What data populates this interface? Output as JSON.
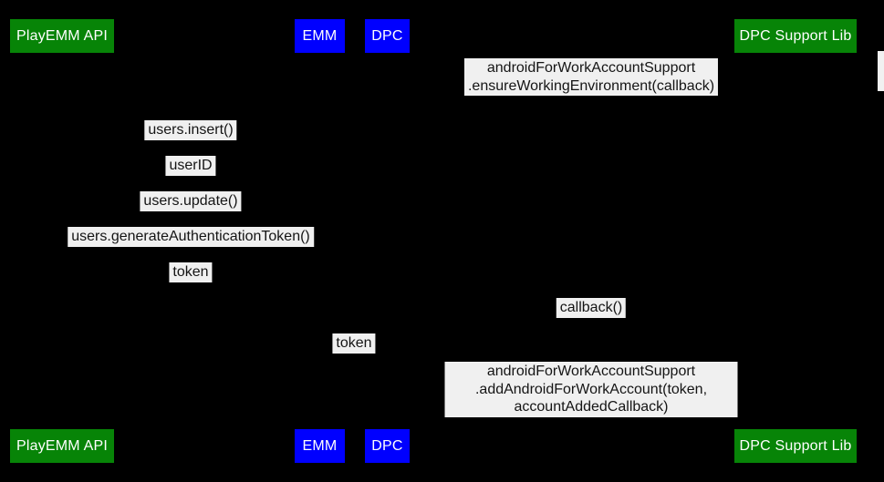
{
  "diagram_type": "sequence-diagram",
  "colors": {
    "background": "#000000",
    "actor_green": "#078407",
    "actor_blue": "#0000ff",
    "actor_text": "#ffffff",
    "message_bg": "#f0f0f0",
    "message_text": "#151515",
    "scrollbar": "#f1f1f1"
  },
  "actors": [
    {
      "label": "PlayEMM API",
      "color": "#078407"
    },
    {
      "label": "EMM",
      "color": "#0000ff"
    },
    {
      "label": "DPC",
      "color": "#0000ff"
    },
    {
      "label": "DPC Support Lib",
      "color": "#078407"
    }
  ],
  "messages": [
    {
      "text": "androidForWorkAccountSupport\n.ensureWorkingEnvironment(callback)"
    },
    {
      "text": "users.insert()"
    },
    {
      "text": "userID"
    },
    {
      "text": "users.update()"
    },
    {
      "text": "users.generateAuthenticationToken()"
    },
    {
      "text": "token"
    },
    {
      "text": "callback()"
    },
    {
      "text": "token"
    },
    {
      "text": "androidForWorkAccountSupport\n.addAndroidForWorkAccount(token, accountAddedCallback)"
    }
  ]
}
